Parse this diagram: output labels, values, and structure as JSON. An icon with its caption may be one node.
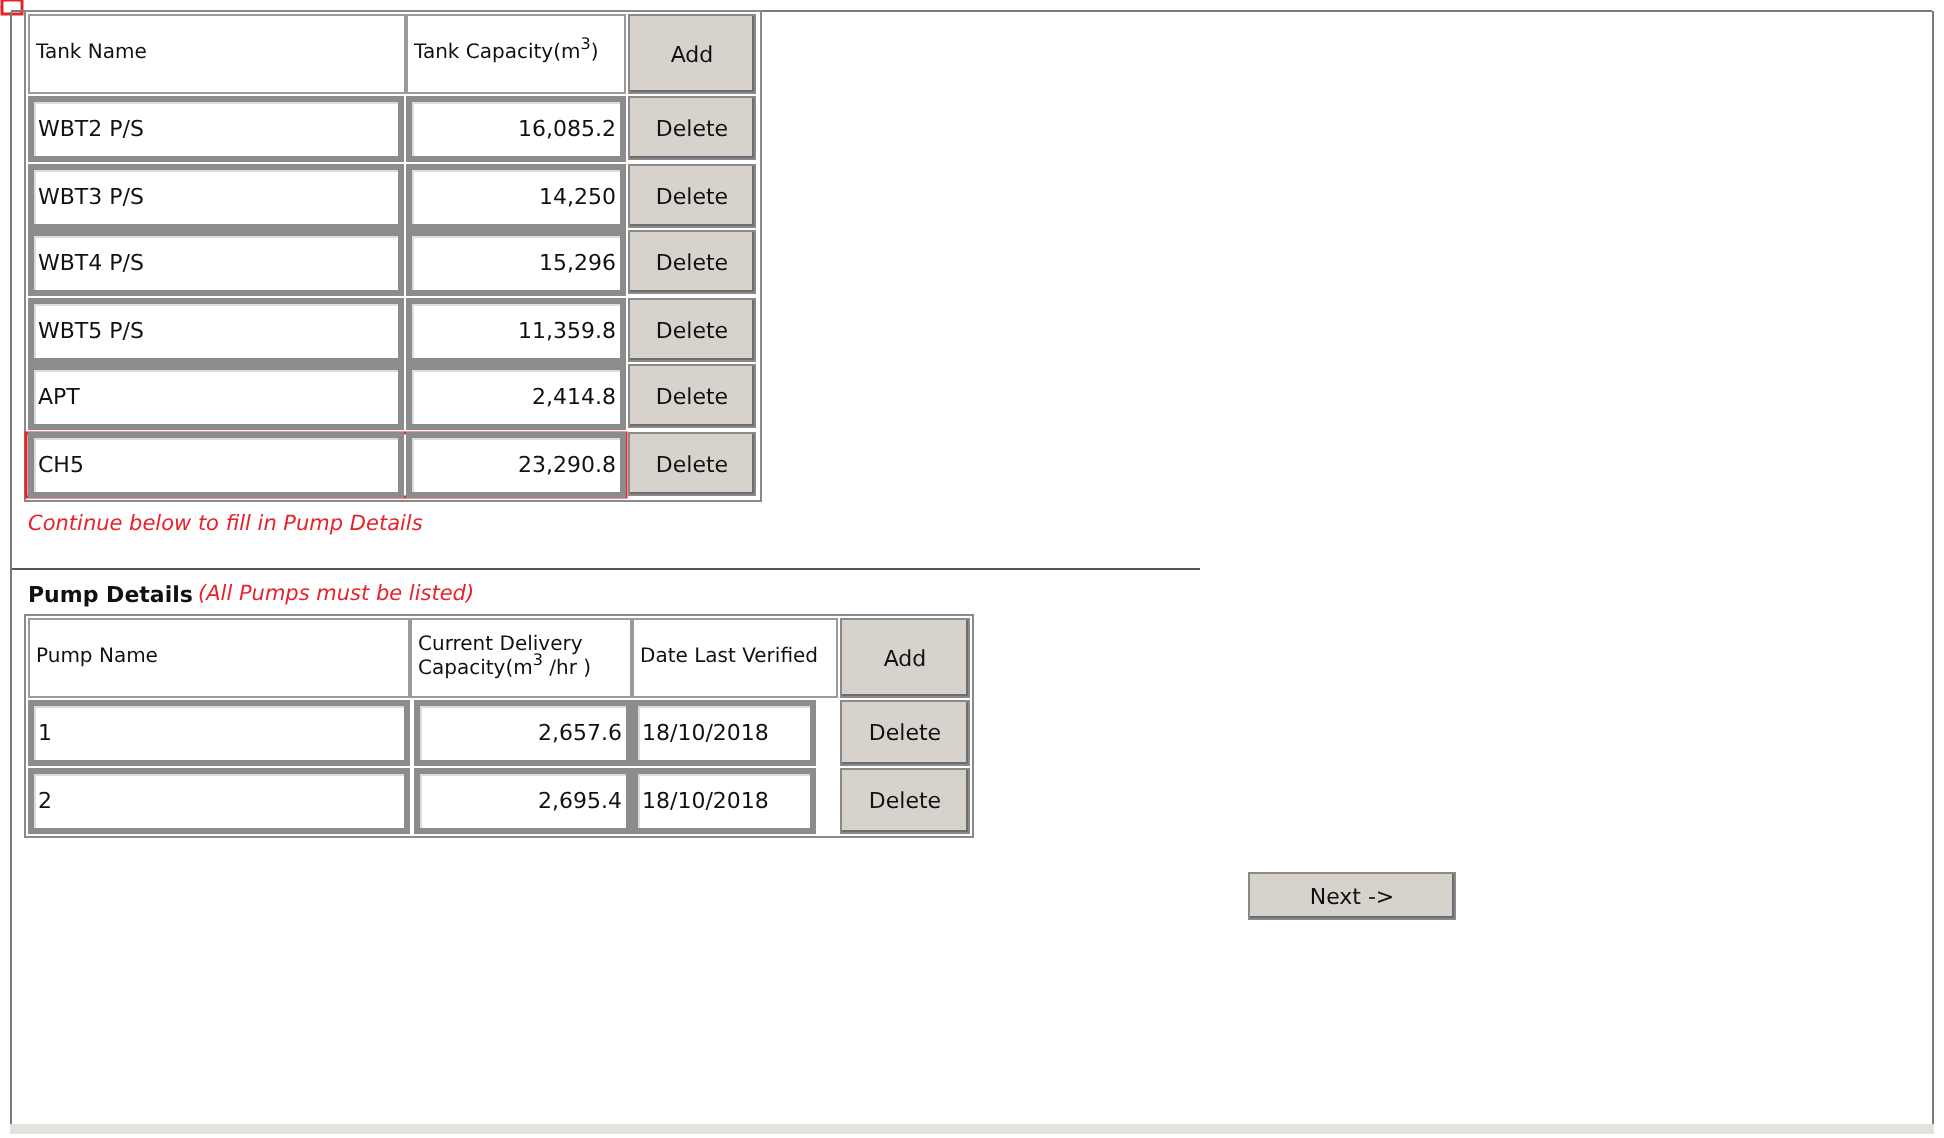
{
  "diagram": {
    "labels": [
      "Tank Name",
      "Tank Capacity(m$^{3}$)",
      "Add",
      "WBT2 P/S",
      "16,085.2",
      "Delete",
      "WBT3 P/S",
      "14,250",
      "Delete",
      "WBT4 P/S",
      "15,296",
      "Delete",
      "WBT5 P/S",
      "11,359.8",
      "Delete",
      "APT",
      "2,414.8",
      "Delete",
      "CH5",
      "23,290.8",
      "Delete",
      "Continue below to fill in Pump Details",
      "Pump Details",
      "(All Pumps must be listed)",
      "Pump Name",
      "Current Delivery Capacity(m$^{3}$ /hr )",
      "Date Last Verified",
      "Add",
      "1",
      "2,657.6",
      "18/10/2018",
      "Delete",
      "2",
      "2,695.4",
      "18/10/2018",
      "Delete",
      "Next ->"
    ]
  }
}
